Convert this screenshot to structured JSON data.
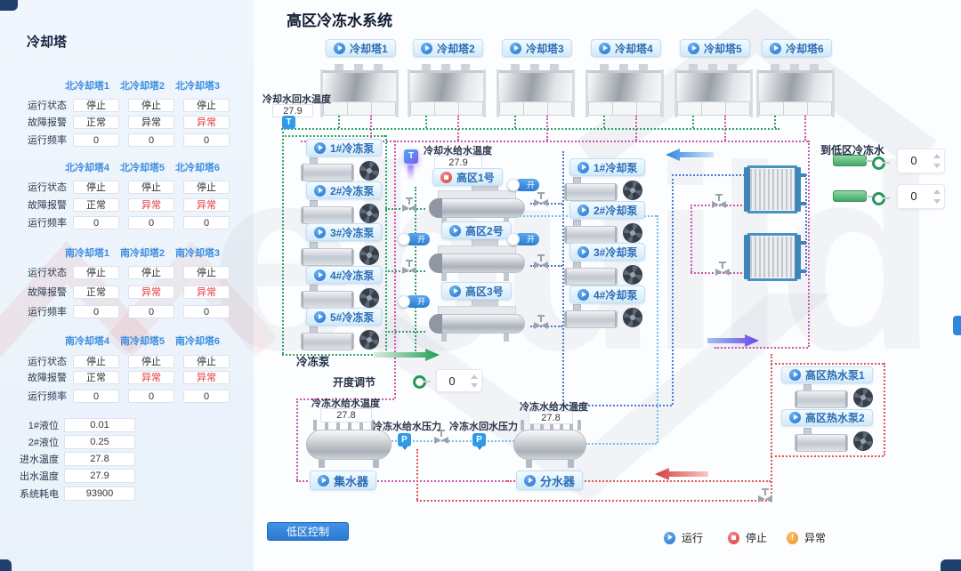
{
  "title": "高区冷冻水系统",
  "sidebar": {
    "title": "冷却塔",
    "row_labels": [
      "运行状态",
      "故障报警",
      "运行频率"
    ],
    "groups": [
      {
        "headers": [
          "北冷却塔1",
          "北冷却塔2",
          "北冷却塔3"
        ],
        "status": [
          "停止",
          "停止",
          "停止"
        ],
        "alarm": [
          "正常",
          "异常",
          "异常"
        ],
        "freq": [
          "0",
          "0",
          "0"
        ]
      },
      {
        "headers": [
          "北冷却塔4",
          "北冷却塔5",
          "北冷却塔6"
        ],
        "status": [
          "停止",
          "停止",
          "停止"
        ],
        "alarm": [
          "正常",
          "异常",
          "异常"
        ],
        "freq": [
          "0",
          "0",
          "0"
        ]
      },
      {
        "headers": [
          "南冷却塔1",
          "南冷却塔2",
          "南冷却塔3"
        ],
        "status": [
          "停止",
          "停止",
          "停止"
        ],
        "alarm": [
          "正常",
          "异常",
          "异常"
        ],
        "freq": [
          "0",
          "0",
          "0"
        ]
      },
      {
        "headers": [
          "南冷却塔4",
          "南冷却塔5",
          "南冷却塔6"
        ],
        "status": [
          "停止",
          "停止",
          "停止"
        ],
        "alarm": [
          "正常",
          "异常",
          "异常"
        ],
        "freq": [
          "0",
          "0",
          "0"
        ]
      }
    ],
    "fields": [
      {
        "label": "1#液位",
        "value": "0.01"
      },
      {
        "label": "2#液位",
        "value": "0.25"
      },
      {
        "label": "进水温度",
        "value": "27.8"
      },
      {
        "label": "出水温度",
        "value": "27.9"
      },
      {
        "label": "系统耗电",
        "value": "93900"
      }
    ]
  },
  "diagram": {
    "towers": [
      "冷却塔1",
      "冷却塔2",
      "冷却塔3",
      "冷却塔4",
      "冷却塔5",
      "冷却塔6"
    ],
    "chilled_pumps": [
      "1#冷冻泵",
      "2#冷冻泵",
      "3#冷冻泵",
      "4#冷冻泵",
      "5#冷冻泵"
    ],
    "cooling_pumps": [
      "1#冷却泵",
      "2#冷却泵",
      "3#冷却泵",
      "4#冷却泵"
    ],
    "chillers": [
      {
        "label": "高区1号",
        "status": "stopped"
      },
      {
        "label": "高区2号",
        "status": "running"
      },
      {
        "label": "高区3号",
        "status": "running"
      }
    ],
    "hot_pumps": [
      "高区热水泵1",
      "高区热水泵2"
    ],
    "valve_open_label": "开",
    "badges": {
      "temperature": "T",
      "pressure": "P"
    },
    "sensors": {
      "cooling_return_temp_label": "冷却水回水温度",
      "cooling_return_temp": "27.9",
      "cooling_supply_temp_label": "冷却水给水温度",
      "cooling_supply_temp": "27.9",
      "chilled_supply_temp_label": "冷冻水给水温度",
      "chilled_supply_temp": "27.8",
      "chilled_supply_temp2_label": "冷冻水给水温度",
      "chilled_supply_temp2": "27.8",
      "chilled_supply_pressure_label": "冷冻水给水压力",
      "chilled_return_pressure_label": "冷冻水回水压力"
    },
    "to_low_zone": {
      "label": "到低区冷冻水",
      "setpoints": [
        "0",
        "0"
      ]
    },
    "chilled_pump_section_label": "冷冻泵",
    "opening_adjust": {
      "label": "开度调节",
      "value": "0"
    },
    "collector_label": "集水器",
    "distributor_label": "分水器",
    "low_zone_button": "低区控制",
    "legend": [
      {
        "label": "运行"
      },
      {
        "label": "停止"
      },
      {
        "label": "异常"
      }
    ]
  },
  "colors": {
    "accent_blue": "#2e86e0",
    "alarm_red": "#e23a3f",
    "run_blue": "#2e86e0",
    "stop_red": "#e84b4b",
    "warn_orange": "#f09f34",
    "pipe_green": "#2fa364",
    "pipe_magenta": "#cf56a8",
    "pipe_blue": "#4a79d0",
    "pipe_cyan": "#72bfe8",
    "pipe_red": "#e25555"
  }
}
